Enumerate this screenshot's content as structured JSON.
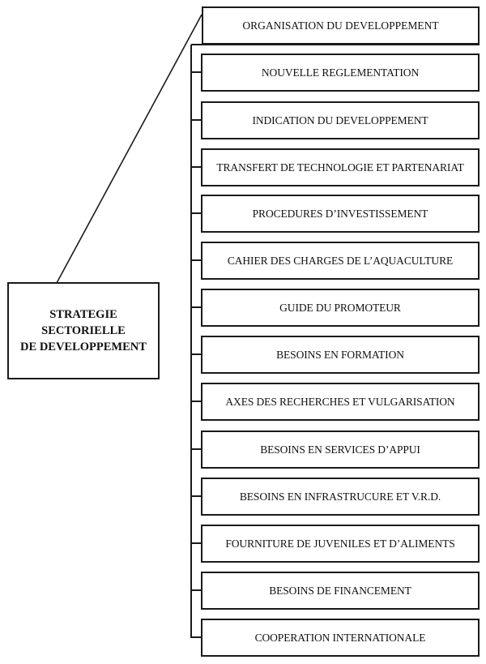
{
  "diagram": {
    "root": {
      "lines": [
        "STRATEGIE",
        "SECTORIELLE",
        "DE DEVELOPPEMENT"
      ]
    },
    "top_node": "ORGANISATION DU DEVELOPPEMENT",
    "children": [
      "NOUVELLE REGLEMENTATION",
      "INDICATION DU DEVELOPPEMENT",
      "TRANSFERT DE TECHNOLOGIE ET PARTENARIAT",
      "PROCEDURES D’INVESTISSEMENT",
      "CAHIER DES CHARGES DE L’AQUACULTURE",
      "GUIDE DU PROMOTEUR",
      "BESOINS EN FORMATION",
      "AXES DES RECHERCHES ET VULGARISATION",
      "BESOINS EN SERVICES D’APPUI",
      "BESOINS EN INFRASTRUCURE ET V.R.D.",
      "FOURNITURE DE JUVENILES ET D’ALIMENTS",
      "BESOINS DE FINANCEMENT",
      "COOPERATION INTERNATIONALE"
    ],
    "colors": {
      "line": "#1a1a1a",
      "background": "#ffffff",
      "text": "#111111"
    }
  }
}
